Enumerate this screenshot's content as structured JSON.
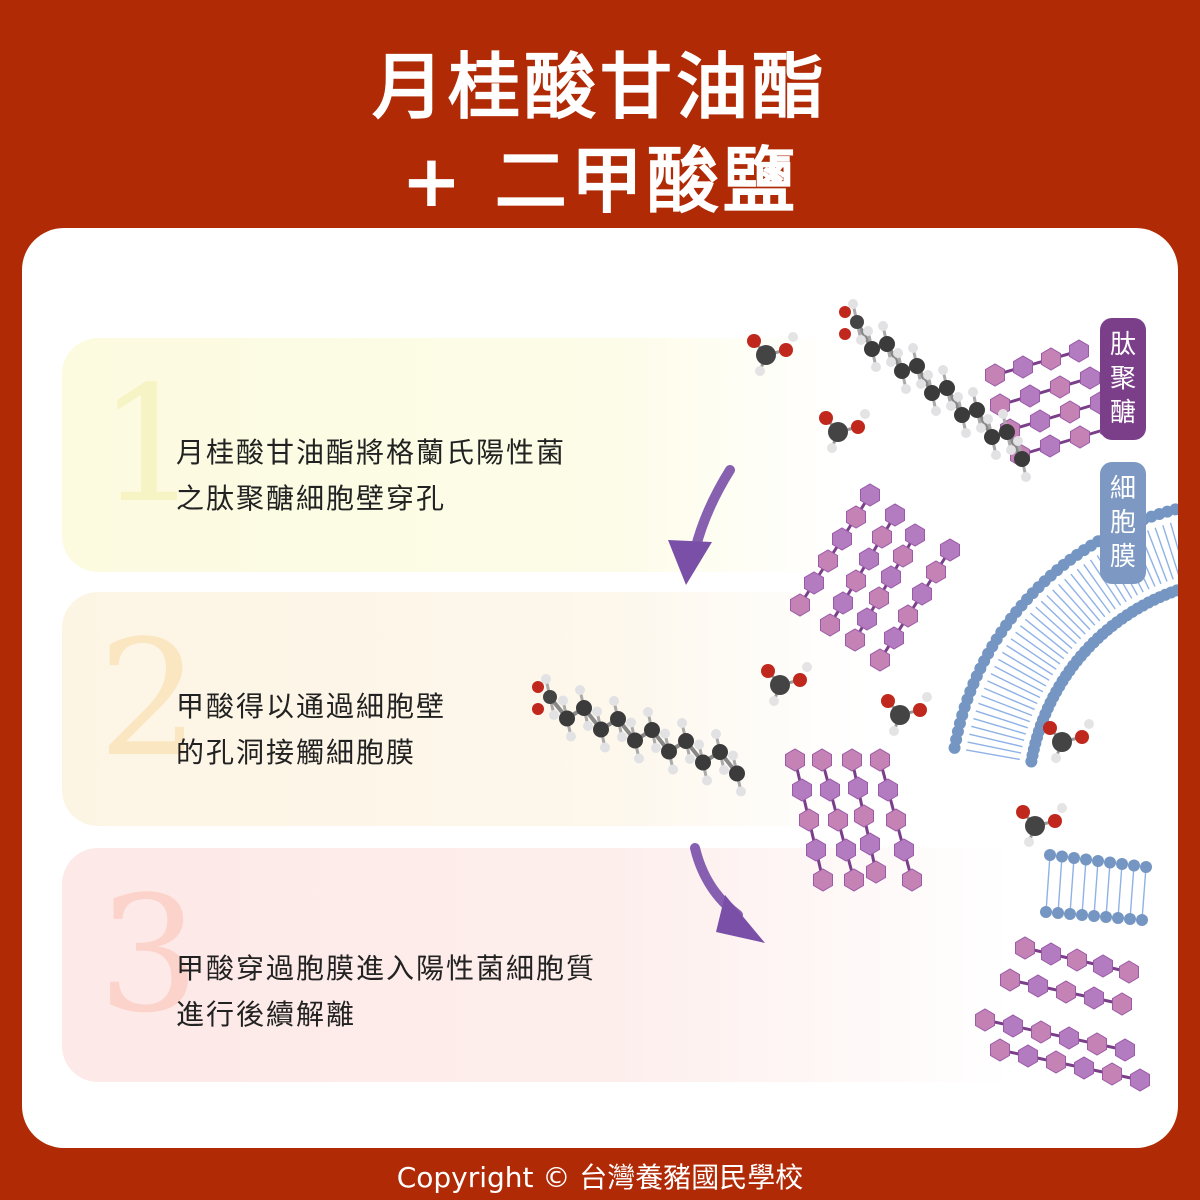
{
  "title": {
    "line1": "月桂酸甘油酯",
    "line2": "+ 二甲酸鹽"
  },
  "steps": [
    {
      "number": "1",
      "lines": [
        "月桂酸甘油酯將格蘭氏陽性菌",
        "之肽聚醣細胞壁穿孔"
      ]
    },
    {
      "number": "2",
      "lines": [
        "甲酸得以通過細胞壁",
        "的孔洞接觸細胞膜"
      ]
    },
    {
      "number": "3",
      "lines": [
        "甲酸穿過胞膜進入陽性菌細胞質",
        "進行後續解離"
      ]
    }
  ],
  "labels": {
    "peptidoglycan": [
      "肽",
      "聚",
      "醣"
    ],
    "cell_membrane": [
      "細",
      "胞",
      "膜"
    ]
  },
  "copyright": "Copyright © 台灣養豬國民學校",
  "colors": {
    "background": "#b02a06",
    "peptidoglycan": "#7b3f8a",
    "membrane": "#7d98c2",
    "arrow": "#7a4fa8"
  }
}
